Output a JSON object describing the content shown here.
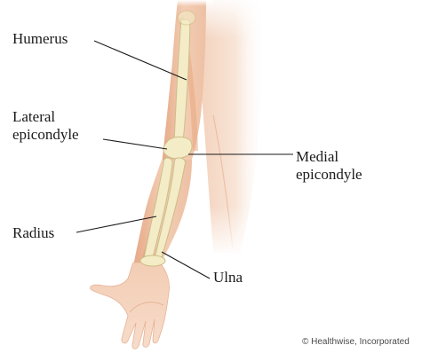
{
  "labels": {
    "humerus": "Humerus",
    "lateral_epicondyle_line1": "Lateral",
    "lateral_epicondyle_line2": "epicondyle",
    "medial_epicondyle_line1": "Medial",
    "medial_epicondyle_line2": "epicondyle",
    "radius": "Radius",
    "ulna": "Ulna"
  },
  "copyright": "© Healthwise, Incorporated",
  "colors": {
    "skin_light": "#f6dccb",
    "skin_mid": "#eec0a2",
    "skin_shadow": "#e2a07e",
    "muscle": "#e8a77f",
    "bone": "#f3ecc6",
    "bone_outline": "#cdbd8a",
    "leader_line": "#1a1a1a"
  }
}
